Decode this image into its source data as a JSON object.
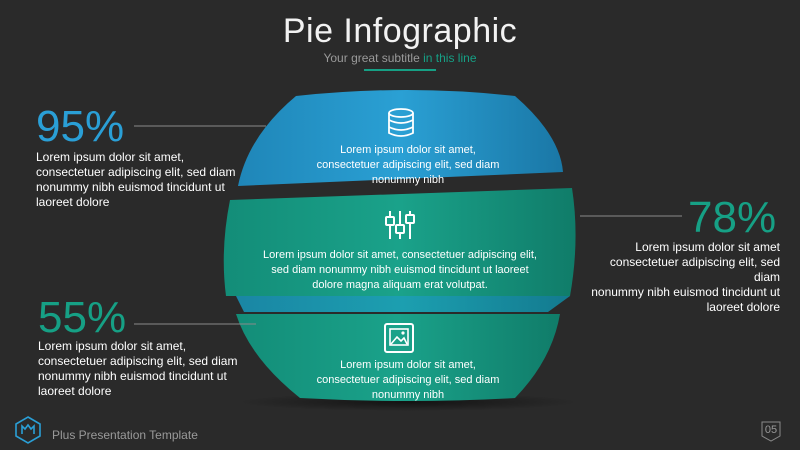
{
  "header": {
    "title": "Pie Infographic",
    "subtitle_lead": "Your great subtitle",
    "subtitle_accent": "in this line"
  },
  "stats": {
    "left_top": {
      "value": "95%",
      "text": "Lorem ipsum dolor sit amet,\nconsectetuer adipiscing elit, sed diam\nnonummy nibh euismod tincidunt ut\nlaoreet dolore"
    },
    "right_mid": {
      "value": "78%",
      "text": "Lorem ipsum dolor sit amet\nconsectetuer adipiscing elit, sed diam\nnonummy nibh euismod tincidunt ut\nlaoreet dolore"
    },
    "left_bottom": {
      "value": "55%",
      "text": "Lorem ipsum dolor sit amet,\nconsectetuer adipiscing elit, sed diam\nnonummy nibh euismod tincidunt ut\nlaoreet dolore"
    }
  },
  "bands": {
    "top": {
      "icon": "database-icon",
      "text": "Lorem ipsum dolor sit amet,\nconsectetuer adipiscing elit, sed diam\nnonummy nibh"
    },
    "middle": {
      "icon": "sliders-icon",
      "text": "Lorem ipsum dolor sit amet, consectetuer adipiscing elit,\nsed diam nonummy nibh euismod tincidunt ut laoreet\ndolore magna aliquam erat volutpat."
    },
    "bottom": {
      "icon": "image-icon",
      "text": "Lorem ipsum dolor sit amet,\nconsectetuer adipiscing elit, sed diam\nnonummy nibh"
    }
  },
  "footer": {
    "brand": "Plus Presentation Template",
    "page": "05"
  },
  "colors": {
    "background": "#2a2a2a",
    "blue": "#2a9fd6",
    "teal": "#16a085",
    "text_muted": "#9a9a9a"
  }
}
